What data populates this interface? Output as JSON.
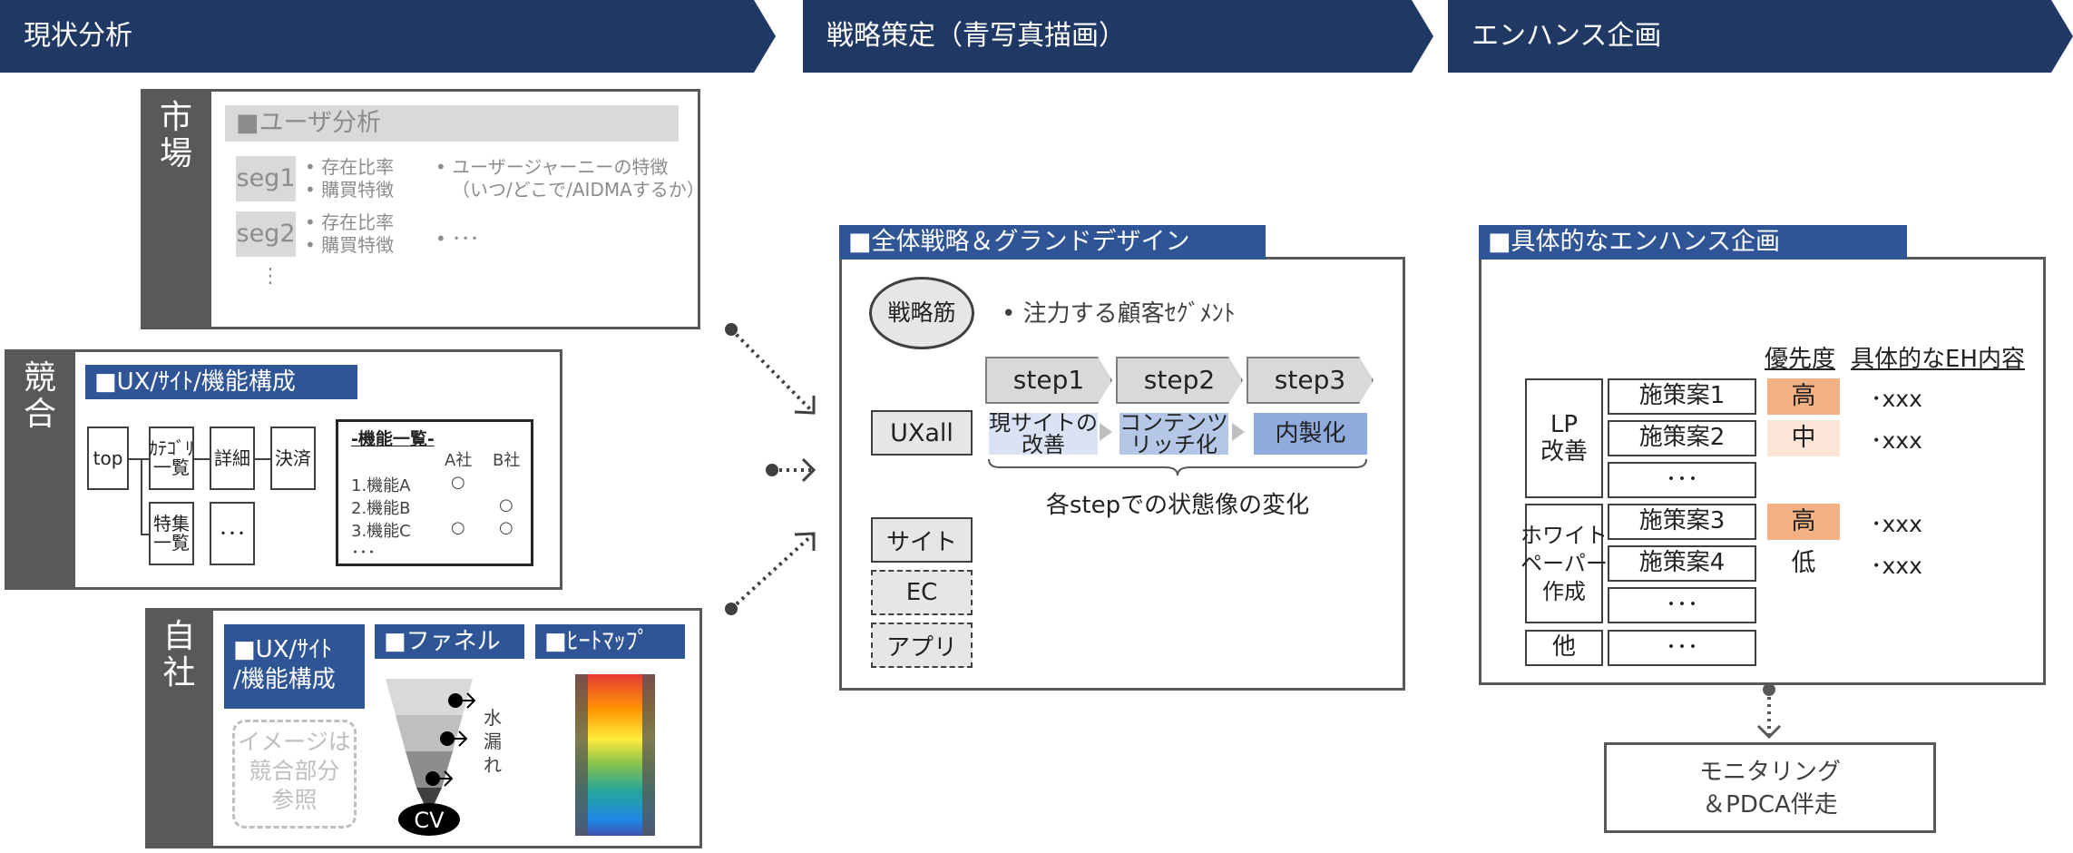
{
  "phases": [
    "現状分析",
    "戦略策定（青写真描画）",
    "エンハンス企画"
  ],
  "market": {
    "side_label": "市場",
    "header": "■ユーザ分析",
    "seg1_label": "seg1",
    "seg1_item1": "• 存在比率",
    "seg1_item2": "• 購買特徴",
    "seg1_note1": "• ユーザージャーニーの特徴",
    "seg1_note2": "（いつ/どこで/AIDMAするか）",
    "seg2_label": "seg2",
    "seg2_item1": "• 存在比率",
    "seg2_item2": "• 購買特徴",
    "seg2_note": "• ･･･",
    "more": "⋮"
  },
  "competition": {
    "side_label": "競合",
    "header": "■UX/ｻｲﾄ/機能構成",
    "flow_top": "top",
    "flow_category": "ｶﾃｺﾞﾘ\n一覧",
    "flow_detail": "詳細",
    "flow_checkout": "決済",
    "flow_feature": "特集\n一覧",
    "flow_more": "･･･",
    "feature_title": "-機能一覧-",
    "col_a": "A社",
    "col_b": "B社",
    "features": [
      {
        "name": "1.機能A",
        "a": "○",
        "b": ""
      },
      {
        "name": "2.機能B",
        "a": "",
        "b": "○"
      },
      {
        "name": "3.機能C",
        "a": "○",
        "b": "○"
      }
    ],
    "feature_more": "･･･"
  },
  "own": {
    "side_label": "自社",
    "header_ux": "■UX/ｻｲﾄ\n/機能構成",
    "header_funnel": "■ファネル",
    "header_heatmap": "■ﾋｰﾄﾏｯﾌﾟ",
    "image_note": "イメージは\n競合部分\n参照",
    "leak_label": "水\n漏\nれ",
    "cv_label": "CV"
  },
  "strategy": {
    "header": "■全体戦略＆グランドデザイン",
    "axis_label": "戦略筋",
    "focus_text": "• 注力する顧客ｾｸﾞﾒﾝﾄ",
    "ux_label": "UXall",
    "steps": [
      "step1",
      "step2",
      "step3"
    ],
    "states": [
      "現サイトの\n改善",
      "コンテンツ\nリッチ化",
      "内製化"
    ],
    "caption": "各stepでの状態像の変化",
    "channels": [
      "サイト",
      "EC",
      "アプリ"
    ]
  },
  "enhance": {
    "header": "■具体的なエンハンス企画",
    "col_priority": "優先度",
    "col_detail": "具体的なEH内容",
    "groups": [
      "LP\n改善",
      "ホワイト\nペーパー\n作成",
      "他"
    ],
    "measures": [
      "施策案1",
      "施策案2",
      "･･･",
      "施策案3",
      "施策案4",
      "･･･",
      "･･･"
    ],
    "priorities": [
      "高",
      "中",
      "高",
      "低"
    ],
    "details": [
      "･xxx",
      "･xxx",
      "･xxx",
      "･xxx"
    ],
    "colors": {
      "high": "#f4b183",
      "mid": "#fbe5d6"
    }
  },
  "monitoring": {
    "label": "モニタリング\n＆PDCA伴走"
  }
}
